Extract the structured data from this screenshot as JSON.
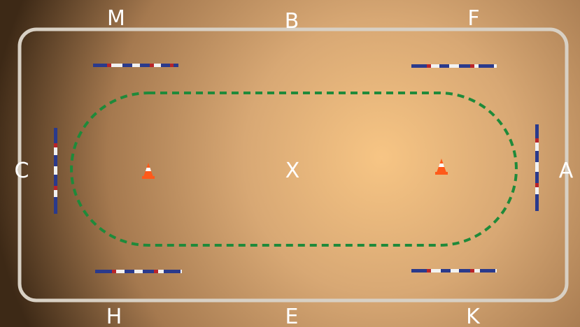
{
  "arena": {
    "letters": {
      "top_left": "M",
      "top_center": "B",
      "top_right": "F",
      "left": "C",
      "center": "X",
      "right": "A",
      "bottom_left": "H",
      "bottom_center": "E",
      "bottom_right": "K"
    },
    "colors": {
      "sand_light": "#f7c584",
      "sand_mid": "#c99a66",
      "sand_dark": "#3d2916",
      "rail": "#d8d0c4",
      "track": "#1f8a3a",
      "pole_blue": "#2a3a8c",
      "pole_red": "#b8242a",
      "pole_white": "#f2f2f2",
      "cone_orange": "#ff5a1a",
      "cone_white": "#ffffff"
    },
    "elements": {
      "ground_poles": 6,
      "cones": 2,
      "track_style": "dashed"
    }
  }
}
